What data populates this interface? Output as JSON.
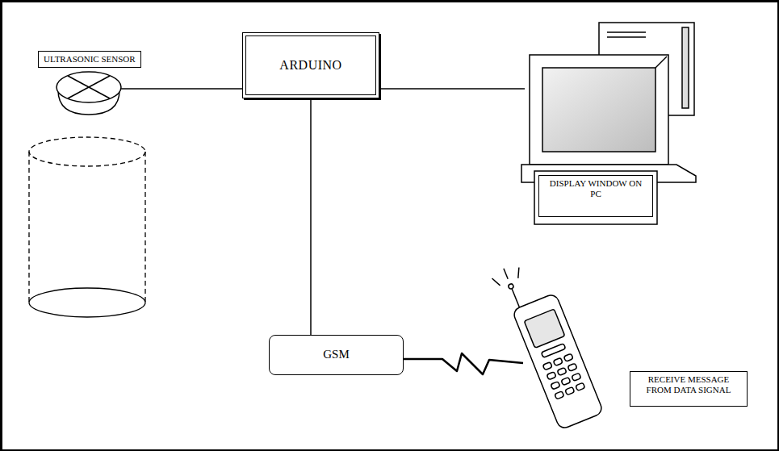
{
  "diagram": {
    "nodes": [
      {
        "text": [
          "ULTRASONIC SENSOR"
        ]
      },
      {
        "text": [
          "ARDUINO"
        ]
      },
      {
        "text": [
          "DISPLAY WINDOW ON PC"
        ]
      },
      {
        "text": [
          "GSM"
        ]
      },
      {
        "text": [
          "RECEIVE MESSAGE FROM DATA SIGNAL"
        ]
      }
    ],
    "edges": [
      {
        "from": 0,
        "to": 1,
        "arrow": "none"
      },
      {
        "from": 1,
        "to": 2,
        "arrow": "none"
      },
      {
        "from": 1,
        "to": 3,
        "arrow": "none"
      },
      {
        "from": 3,
        "to": 4,
        "arrow": "none"
      }
    ]
  }
}
